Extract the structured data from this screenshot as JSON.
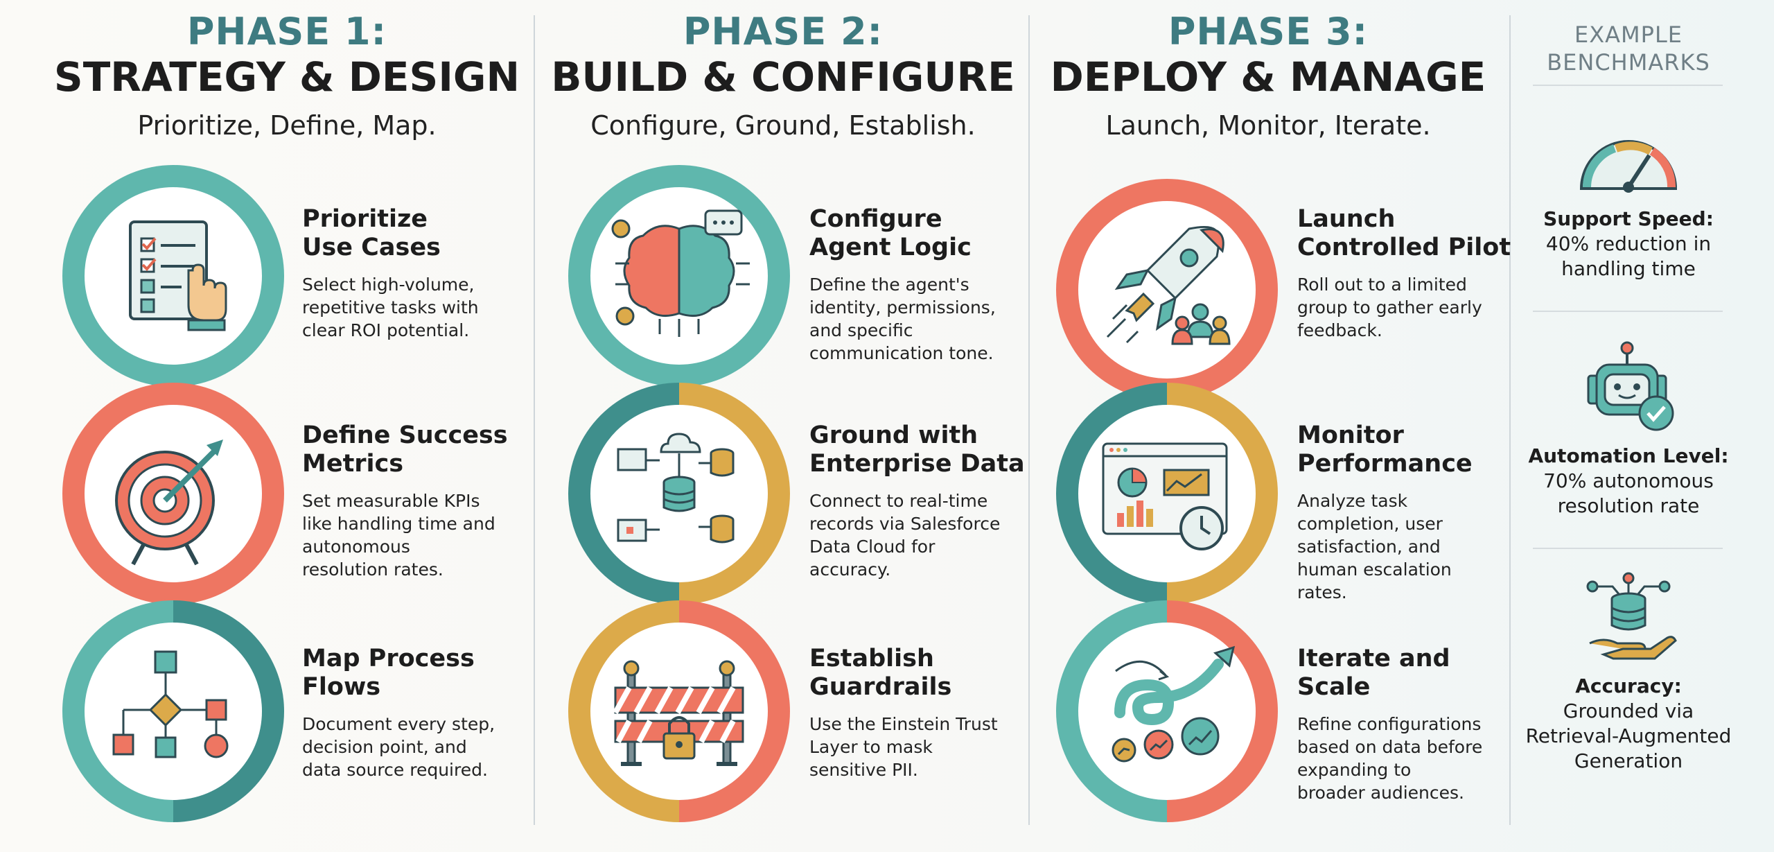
{
  "phases": [
    {
      "num": "PHASE 1:",
      "title": "STRATEGY & DESIGN",
      "sub": "Prioritize, Define, Map.",
      "steps": [
        {
          "t1": "Prioritize",
          "t2": "Use Cases",
          "desc": [
            "Select high-volume,",
            "repetitive tasks with",
            "clear ROI potential."
          ],
          "icon": "checklist-icon"
        },
        {
          "t1": "Define Success",
          "t2": "Metrics",
          "desc": [
            "Set measurable KPIs",
            "like handling time and",
            "autonomous",
            "resolution rates."
          ],
          "icon": "target-icon"
        },
        {
          "t1": "Map Process",
          "t2": "Flows",
          "desc": [
            "Document every step,",
            "decision point, and",
            "data source required."
          ],
          "icon": "flowchart-icon"
        }
      ]
    },
    {
      "num": "PHASE 2:",
      "title": "BUILD & CONFIGURE",
      "sub": "Configure, Ground, Establish.",
      "steps": [
        {
          "t1": "Configure",
          "t2": "Agent Logic",
          "desc": [
            "Define the agent's",
            "identity, permissions,",
            "and specific",
            "communication tone."
          ],
          "icon": "brain-icon"
        },
        {
          "t1": "Ground with",
          "t2": "Enterprise Data",
          "desc": [
            "Connect to real-time",
            "records via Salesforce",
            "Data Cloud for",
            "accuracy."
          ],
          "icon": "data-network-icon"
        },
        {
          "t1": "Establish",
          "t2": "Guardrails",
          "desc": [
            "Use the Einstein Trust",
            "Layer to mask",
            "sensitive PII."
          ],
          "icon": "barrier-lock-icon"
        }
      ]
    },
    {
      "num": "PHASE 3:",
      "title": "DEPLOY & MANAGE",
      "sub": "Launch, Monitor, Iterate.",
      "steps": [
        {
          "t1": "Launch",
          "t2": "Controlled Pilot",
          "desc": [
            "Roll out to a limited",
            "group to gather early",
            "feedback."
          ],
          "icon": "rocket-icon"
        },
        {
          "t1": "Monitor",
          "t2": "Performance",
          "desc": [
            "Analyze task",
            "completion, user",
            "satisfaction, and",
            "human escalation",
            "rates."
          ],
          "icon": "dashboard-icon"
        },
        {
          "t1": "Iterate and",
          "t2": "Scale",
          "desc": [
            "Refine configurations",
            "based on data before",
            "expanding to",
            "broader audiences."
          ],
          "icon": "growth-loop-icon"
        }
      ]
    }
  ],
  "benchmarks": {
    "heading": [
      "EXAMPLE",
      "BENCHMARKS"
    ],
    "items": [
      {
        "label": "Support Speed:",
        "lines": [
          "40% reduction in",
          "handling time"
        ],
        "icon": "speedometer-icon"
      },
      {
        "label": "Automation Level:",
        "lines": [
          "70% autonomous",
          "resolution rate"
        ],
        "icon": "robot-check-icon"
      },
      {
        "label": "Accuracy:",
        "lines": [
          "Grounded via",
          "Retrieval-Augmented",
          "Generation"
        ],
        "icon": "database-hand-icon"
      }
    ]
  },
  "colors": {
    "teal": "#5fb7ad",
    "coral": "#ee7662",
    "gold": "#dcaa4a",
    "darkteal": "#3f8f8c"
  }
}
